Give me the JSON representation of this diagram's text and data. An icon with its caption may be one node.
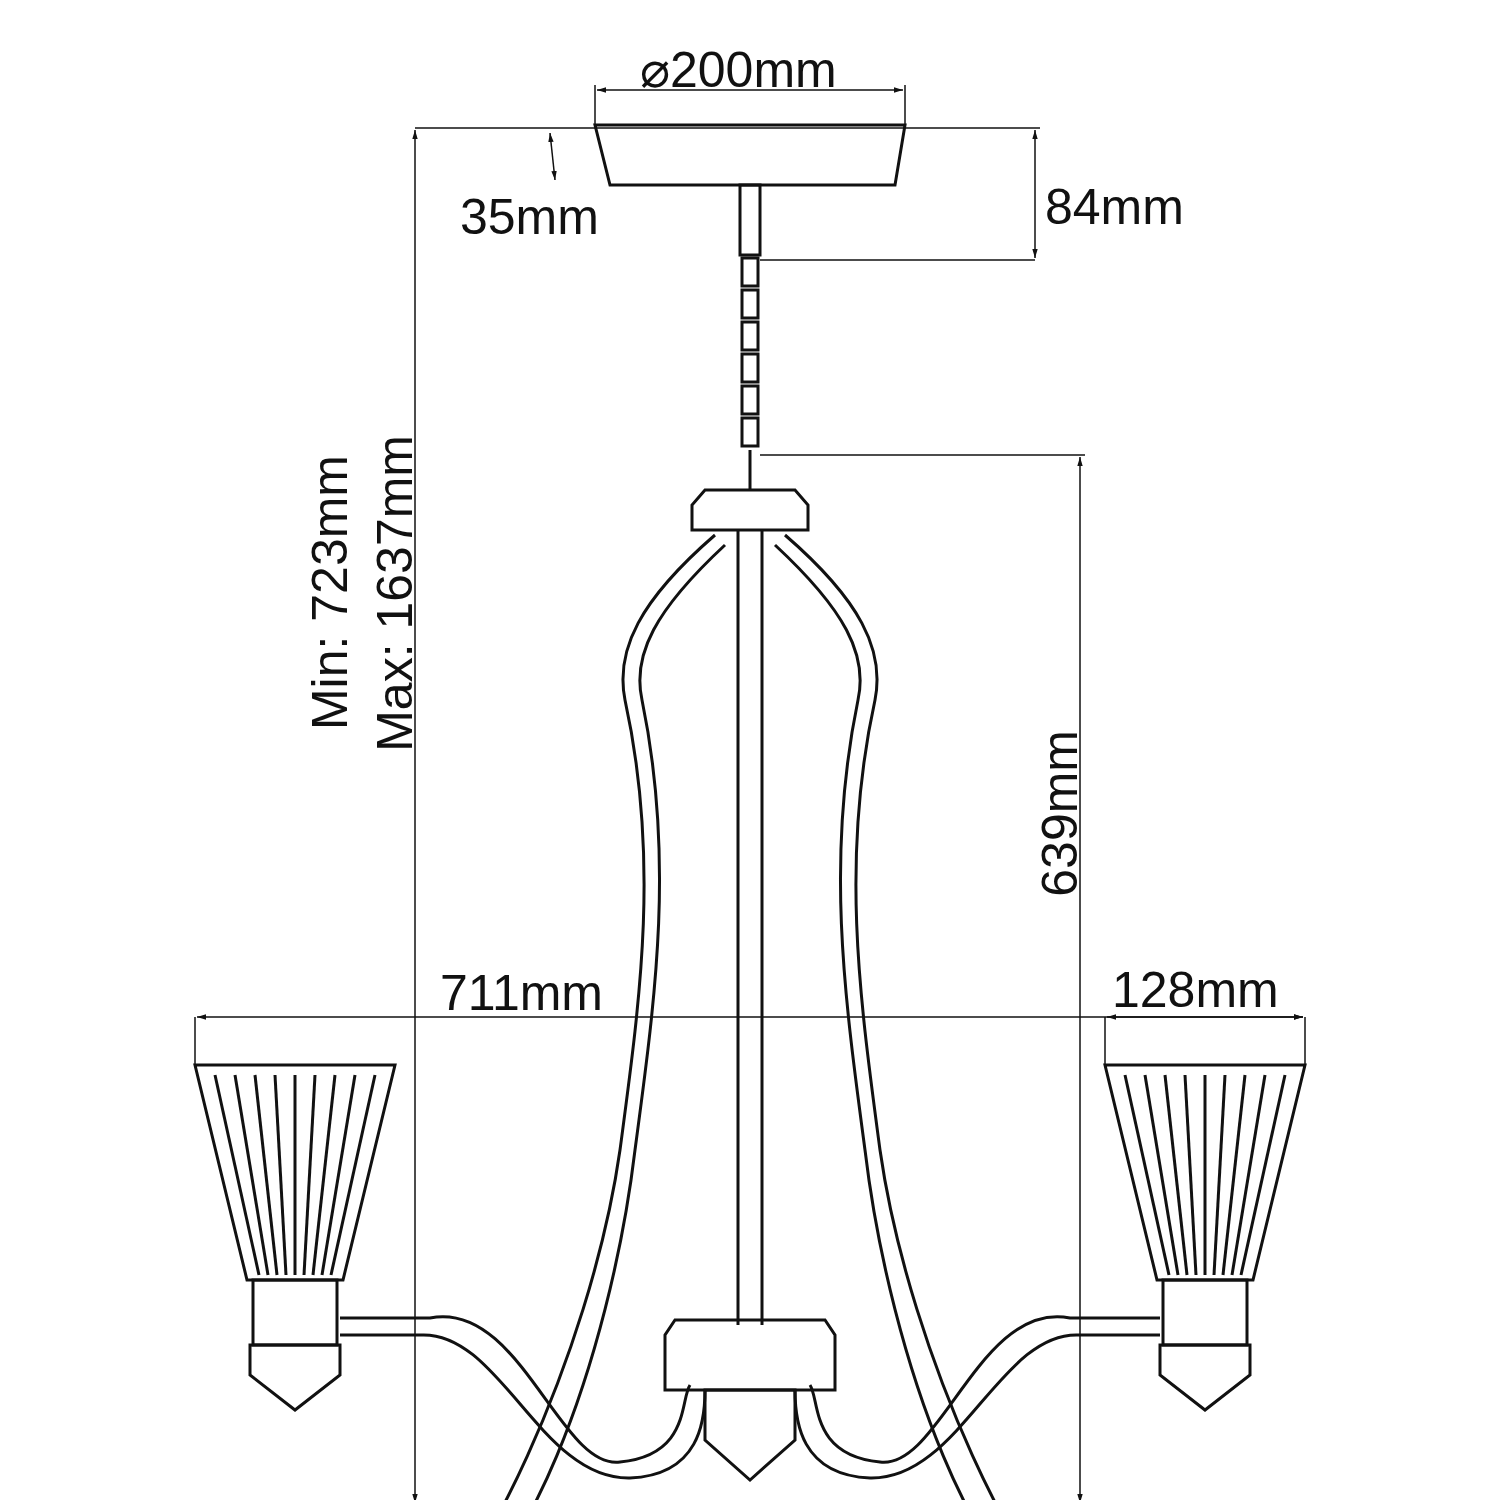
{
  "diagram": {
    "labels": [
      "⌀200mm",
      "35mm",
      "84mm",
      "Min: 723mm",
      "Max: 1637mm",
      "639mm",
      "711mm",
      "128mm"
    ]
  }
}
